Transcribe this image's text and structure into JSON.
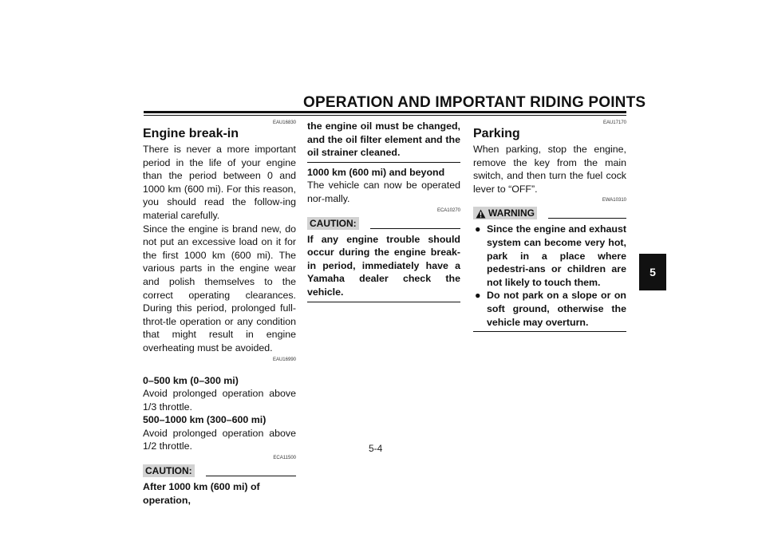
{
  "header": {
    "title": "OPERATION AND IMPORTANT RIDING POINTS"
  },
  "chapter_tab": "5",
  "page_number": "5-4",
  "col1": {
    "code1": "EAU16830",
    "heading": "Engine break-in",
    "para1": "There is never a more important period in the life of your engine than the period between 0 and 1000 km (600 mi). For this reason, you should read the follow-ing material carefully.",
    "para2": "Since the engine is brand new, do not put an excessive load on it for the first 1000 km (600 mi). The various parts in the engine wear and polish themselves to the correct operating clearances. During this period, prolonged full-throt-tle operation or any condition that might result in engine overheating must be avoided.",
    "code2": "EAU16990",
    "sub1": "0–500 km (0–300 mi)",
    "text1": "Avoid prolonged operation above 1/3 throttle.",
    "sub2": "500–1000 km (300–600 mi)",
    "text2": "Avoid prolonged operation above 1/2 throttle.",
    "code3": "ECA11500",
    "caution_label": "CAUTION:",
    "caution_text": "After 1000 km (600 mi) of operation,"
  },
  "col2": {
    "caution_cont": "the engine oil must be changed, and the oil filter element and the oil strainer cleaned.",
    "sub3": "1000 km (600 mi) and beyond",
    "text3": "The vehicle can now be operated nor-mally.",
    "code4": "ECA10270",
    "caution_label": "CAUTION:",
    "caution_text": "If any engine trouble should occur during the engine break-in period, immediately have a Yamaha dealer check the vehicle."
  },
  "col3": {
    "code5": "EAU17170",
    "heading": "Parking",
    "para": "When parking, stop the engine, remove the key from the main switch, and then turn the fuel cock lever to “OFF”.",
    "code6": "EWA10310",
    "warning_label": "WARNING",
    "bullets": [
      "Since the engine and exhaust system can become very hot, park in a place where pedestri-ans or children are not likely to touch them.",
      "Do not park on a slope or on soft ground, otherwise the vehicle may overturn."
    ]
  }
}
